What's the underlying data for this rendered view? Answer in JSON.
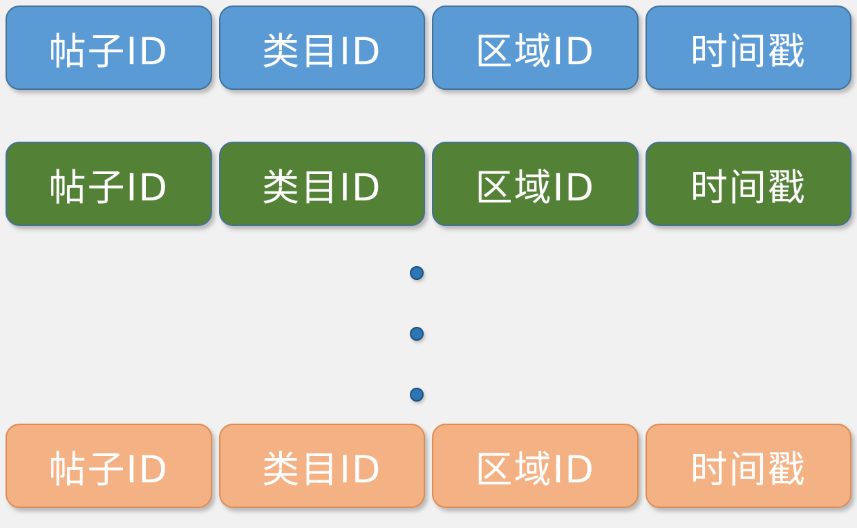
{
  "diagram": {
    "title": "record-field-structure-diagram",
    "rows": [
      {
        "name": "blue-record-row",
        "fill": "#5B9BD5",
        "border": "#41719C",
        "text_color": "#FFFFFF",
        "cells": [
          "帖子ID",
          "类目ID",
          "区域ID",
          "时间戳"
        ]
      },
      {
        "name": "green-record-row",
        "fill": "#538135",
        "border": "#41719C",
        "text_color": "#FFFFFF",
        "cells": [
          "帖子ID",
          "类目ID",
          "区域ID",
          "时间戳"
        ]
      },
      {
        "name": "orange-record-row",
        "fill": "#F4B183",
        "border": "#E08B52",
        "text_color": "#FFFFFF",
        "cells": [
          "帖子ID",
          "类目ID",
          "区域ID",
          "时间戳"
        ]
      }
    ],
    "ellipsis": {
      "dot_count": 3,
      "dot_fill": "#2E75B6",
      "dot_border": "#1F4E79"
    },
    "background": "#F1F1F1"
  }
}
